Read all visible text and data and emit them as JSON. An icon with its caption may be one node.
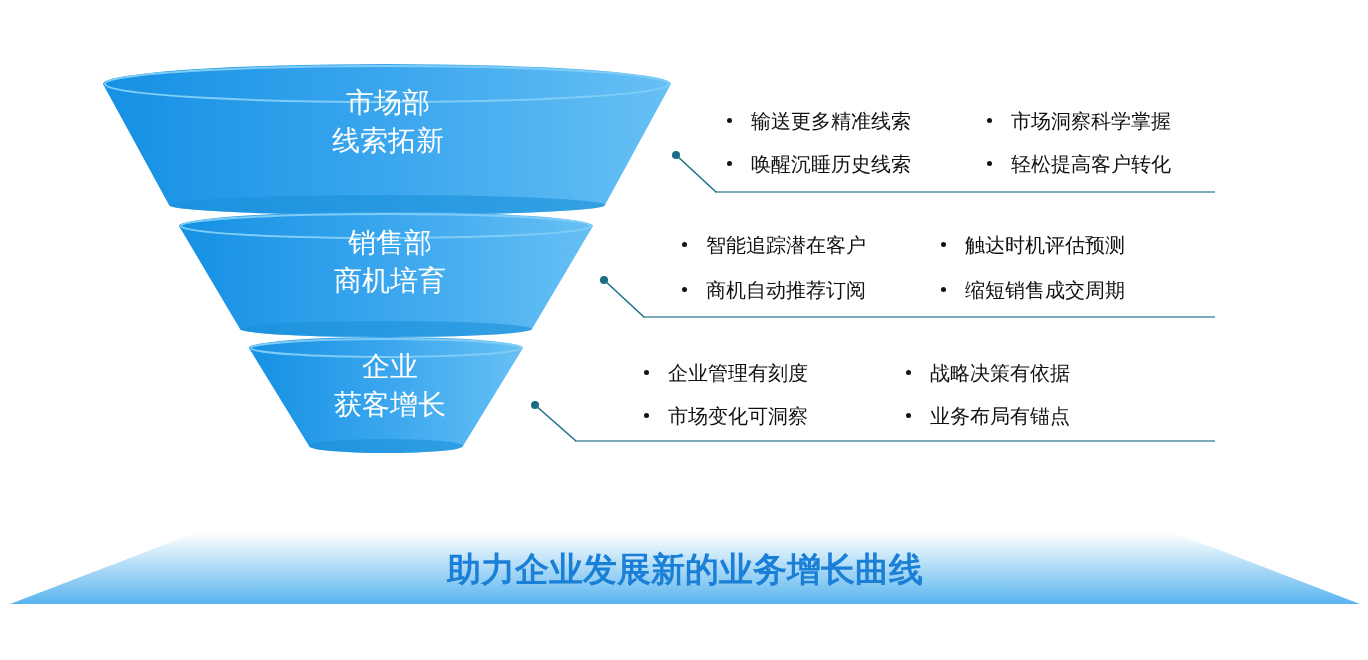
{
  "diagram": {
    "nodes": [
      {
        "text": [
          "市场部",
          "线索拓新"
        ]
      },
      {
        "text": [
          "输送更多精准线索",
          "市场洞察科学掌握",
          "唤醒沉睡历史线索",
          "轻松提高客户转化"
        ]
      },
      {
        "text": [
          "销售部",
          "商机培育"
        ]
      },
      {
        "text": [
          "智能追踪潜在客户",
          "触达时机评估预测",
          "商机自动推荐订阅",
          "缩短销售成交周期"
        ]
      },
      {
        "text": [
          "企业",
          "获客增长"
        ]
      },
      {
        "text": [
          "企业管理有刻度",
          "战略决策有依据",
          "市场变化可洞察",
          "业务布局有锚点"
        ]
      },
      {
        "text": [
          "助力企业发展新的业务增长曲线"
        ]
      }
    ],
    "edges": [
      {
        "from": 0,
        "to": 1,
        "arrow": "other"
      },
      {
        "from": 2,
        "to": 3,
        "arrow": "other"
      },
      {
        "from": 4,
        "to": 5,
        "arrow": "other"
      }
    ]
  }
}
